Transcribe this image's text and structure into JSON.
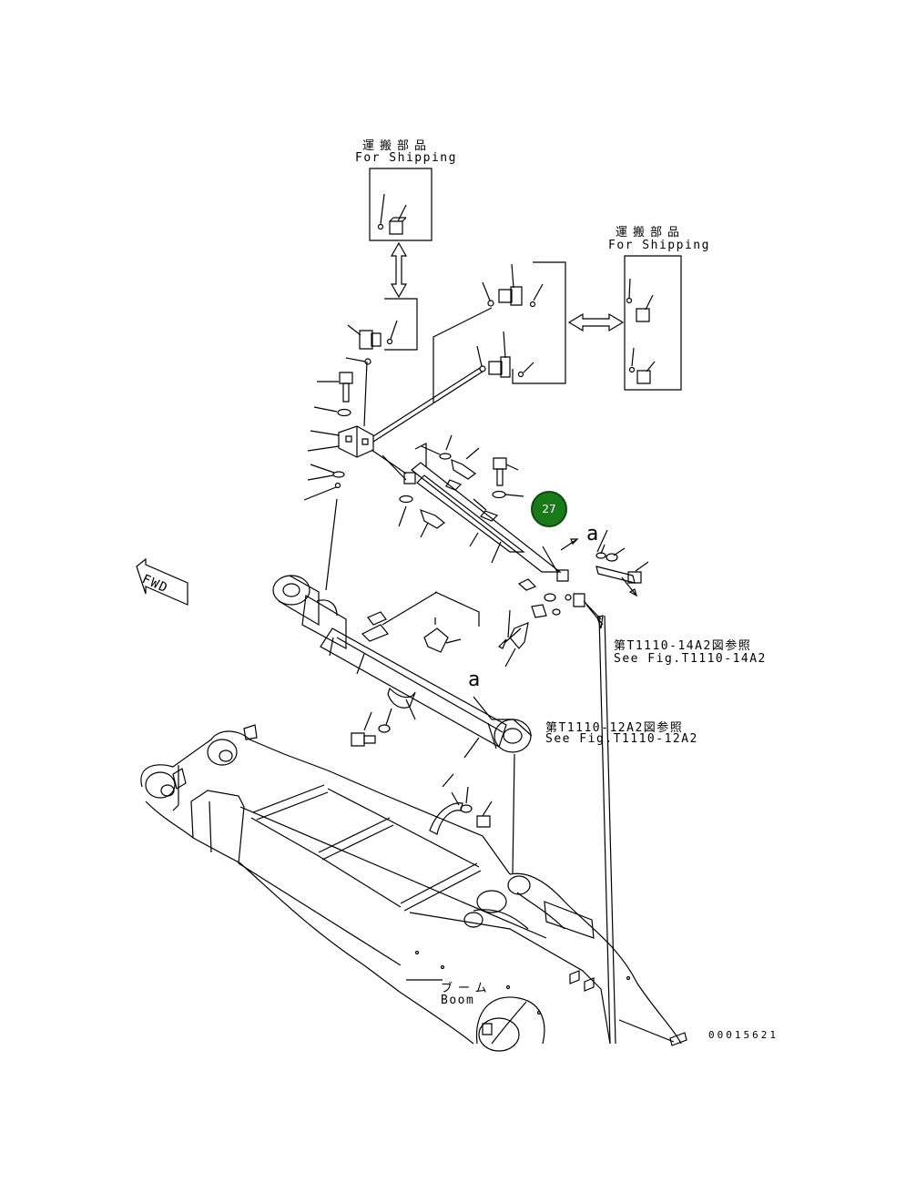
{
  "shipping_box_top": {
    "jp": "運搬部品",
    "en": "For Shipping"
  },
  "shipping_box_right": {
    "jp": "運搬部品",
    "en": "For Shipping"
  },
  "ref_14a2": {
    "jp": "第T1110-14A2図参照",
    "en": "See Fig.T1110-14A2"
  },
  "ref_12a2": {
    "jp": "第T1110-12A2図参照",
    "en": "See Fig.T1110-12A2"
  },
  "boom_label": {
    "jp": "ブーム",
    "en": "Boom"
  },
  "fwd_label": "FWD",
  "marker_a": "a",
  "callout_number": "27",
  "illustration_code": "00015621"
}
